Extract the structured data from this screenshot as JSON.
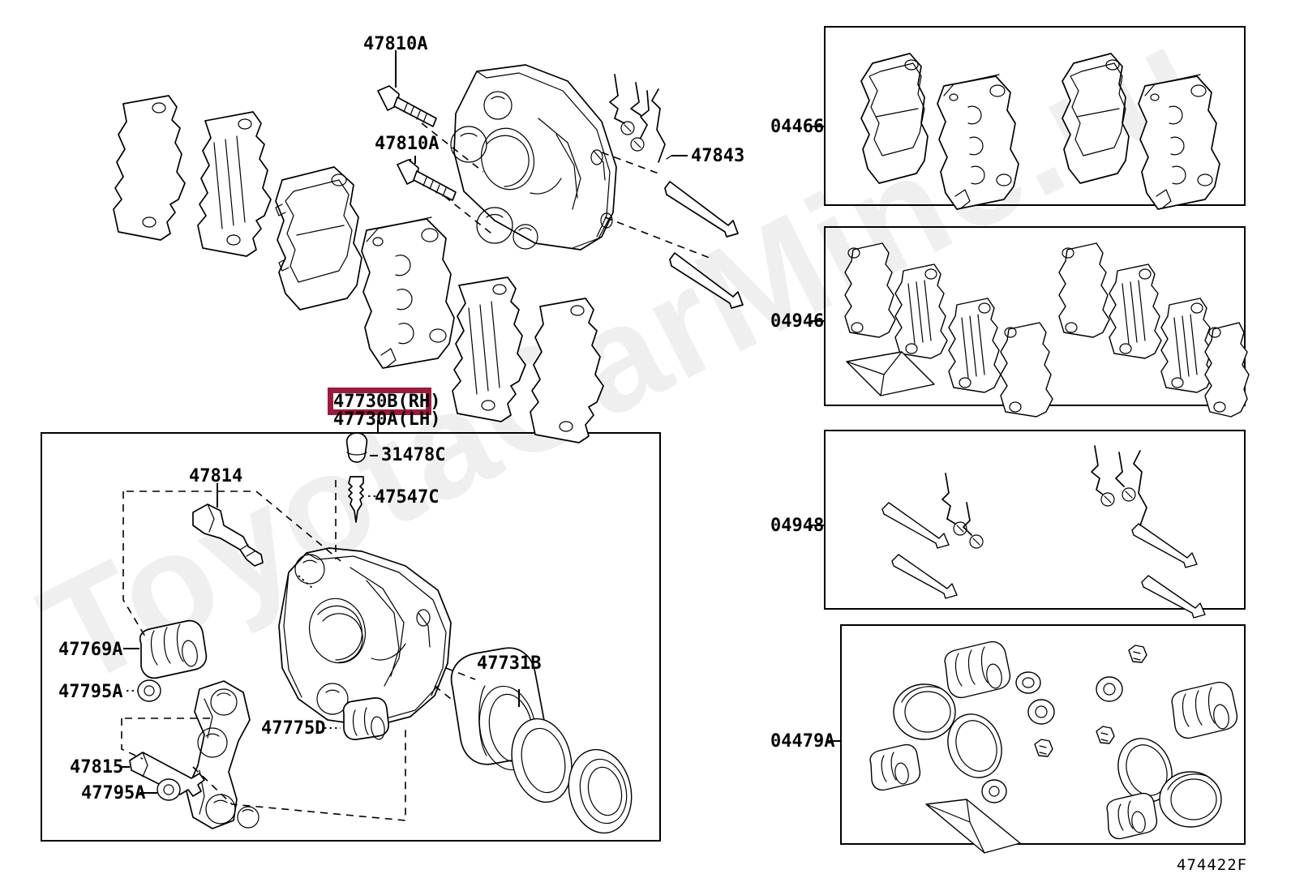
{
  "document": {
    "kind": "automotive-parts-exploded-diagram",
    "title": "Rear Disc Brake Caliper & Mounting",
    "diagram_code": "474422F",
    "watermark": "ToyotaCarMine.ru"
  },
  "colors": {
    "highlight": "#9B1B3C",
    "line": "#000000",
    "background": "#FFFFFF",
    "watermark": "#EFEFEF"
  },
  "highlight": {
    "part_rh": "47730B(RH)",
    "part_lh": "47730A(LH)"
  },
  "upper_assembly": {
    "labels": [
      {
        "id": "47810A-top",
        "text": "47810A"
      },
      {
        "id": "47810A-mid",
        "text": "47810A"
      },
      {
        "id": "47843",
        "text": "47843"
      }
    ]
  },
  "lower_assembly": {
    "labels": [
      {
        "id": "31478C",
        "text": "31478C"
      },
      {
        "id": "47547C",
        "text": "47547C"
      },
      {
        "id": "47814",
        "text": "47814"
      },
      {
        "id": "47769A",
        "text": "47769A"
      },
      {
        "id": "47795A-upper",
        "text": "47795A"
      },
      {
        "id": "47775D",
        "text": "47775D"
      },
      {
        "id": "47815",
        "text": "47815"
      },
      {
        "id": "47795A-lower",
        "text": "47795A"
      },
      {
        "id": "47731B",
        "text": "47731B"
      }
    ]
  },
  "kit_panels": [
    {
      "id": "04466",
      "label": "04466",
      "contents": "brake pad kit - two pads with shims, left and right"
    },
    {
      "id": "04946",
      "label": "04946",
      "contents": "shim / fitting kit with grease packet"
    },
    {
      "id": "04948",
      "label": "04948",
      "contents": "slide pin and clip kit"
    },
    {
      "id": "04479A",
      "label": "04479A",
      "contents": "caliper seal and boot overhaul kit"
    }
  ]
}
